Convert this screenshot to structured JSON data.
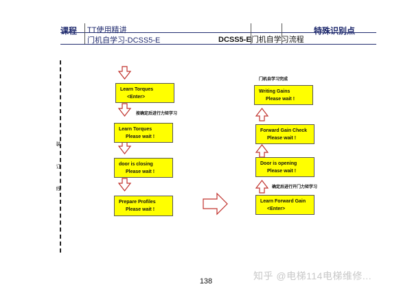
{
  "header": {
    "course_label": "课程",
    "course_title": "TT使用精讲",
    "section_title": "门机自学习-DCSS5-E",
    "flow_title_bold": "DCSS5-E",
    "flow_title_rest": "门机自学习流程",
    "right_label": "特殊识别点"
  },
  "side_text": [
    "装",
    "订",
    "线"
  ],
  "left_flow": {
    "box1": {
      "line1": "Learn Torques",
      "line2": "<Enter>"
    },
    "note1": "按确定后进行力矩学习",
    "box2": {
      "line1": "Learn Torques",
      "line2": "Please wait !"
    },
    "box3": {
      "line1": "door is closing",
      "line2": "Please wait !"
    },
    "box4": {
      "line1": "Prepare Profiles",
      "line2": "Please wait !"
    }
  },
  "right_flow": {
    "done_note": "门机自学习完成",
    "box1": {
      "line1": "Writing Gains",
      "line2": "Please wait !"
    },
    "box2": {
      "line1": "Forward Gain Check",
      "line2": "Please wait !"
    },
    "box3": {
      "line1": "Door is opening",
      "line2": "Please wait !"
    },
    "note1": "确定后进行开门力矩学习",
    "box4": {
      "line1": "Learn Forward Gain",
      "line2": "<Enter>"
    }
  },
  "page_number": "138",
  "watermark": "知乎 @电梯114电梯维修..."
}
